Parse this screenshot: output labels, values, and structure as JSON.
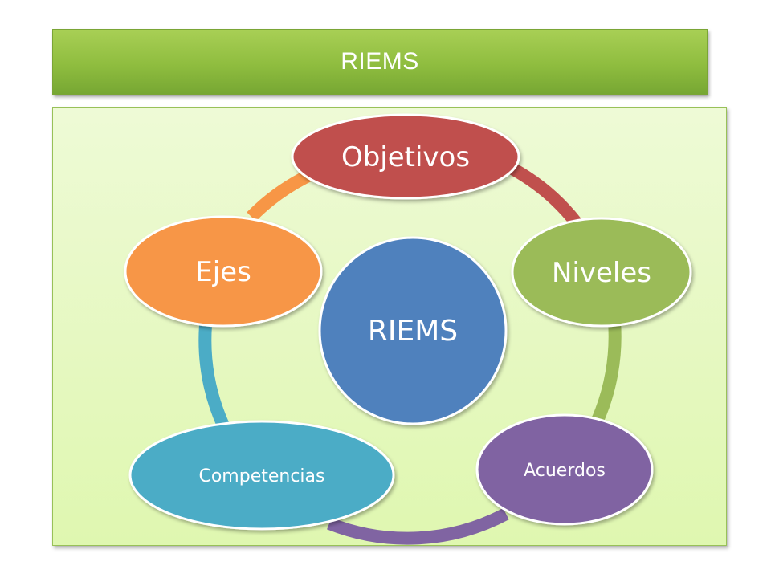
{
  "header": {
    "title": "RIEMS"
  },
  "diagram": {
    "center": {
      "label": "RIEMS",
      "color": "#4f81bd"
    },
    "nodes": [
      {
        "label": "Objetivos",
        "color": "#c0504d"
      },
      {
        "label": "Niveles",
        "color": "#9bbb59"
      },
      {
        "label": "Acuerdos",
        "color": "#8064a2"
      },
      {
        "label": "Competencias",
        "color": "#4bacc6"
      },
      {
        "label": "Ejes",
        "color": "#f79646"
      }
    ]
  },
  "colors": {
    "banner": "#8fbd3f",
    "panel": "#e6f8c2"
  }
}
